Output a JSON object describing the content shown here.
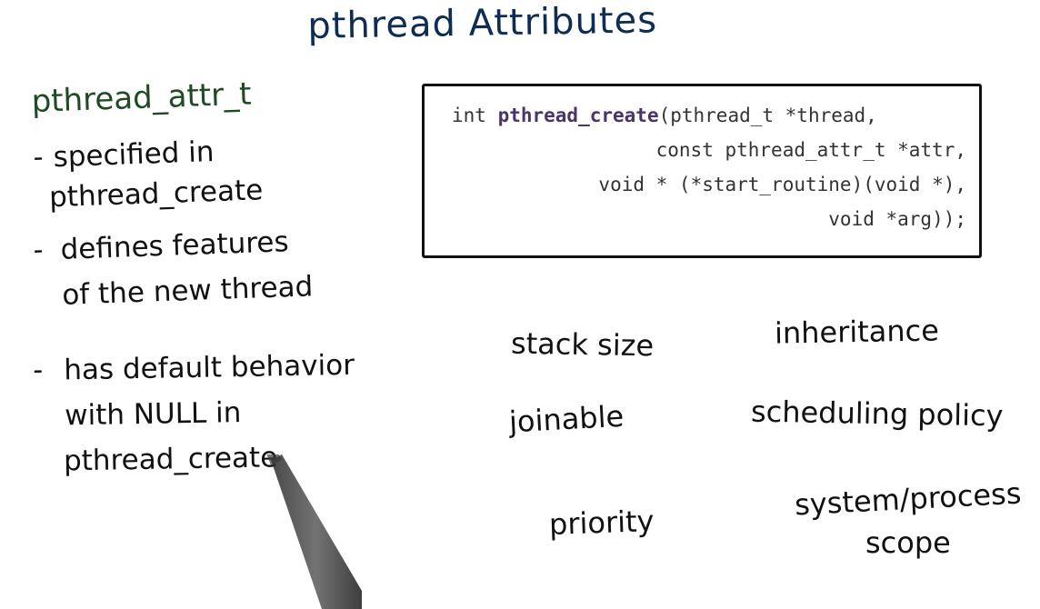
{
  "title": "pthread Attributes",
  "attr_type": "pthread_attr_t",
  "bullets": [
    {
      "dash": "-",
      "lines": [
        "specified in",
        "pthread_create"
      ]
    },
    {
      "dash": "-",
      "lines": [
        "defines features",
        "of the new thread"
      ]
    },
    {
      "dash": "-",
      "lines": [
        "has default behavior",
        "with NULL in",
        "pthread_create"
      ]
    }
  ],
  "code": {
    "line1_prefix": "int ",
    "function_name": "pthread_create",
    "line1_suffix": "(pthread_t *thread,",
    "line2": "const pthread_attr_t *attr,",
    "line3": "void * (*start_routine)(void *),",
    "line4": "void *arg));"
  },
  "features": {
    "stack_size": "stack size",
    "inheritance": "inheritance",
    "joinable": "joinable",
    "scheduling_policy": "scheduling policy",
    "priority": "priority",
    "system_process_line1": "system/process",
    "system_process_line2": "scope"
  },
  "colors": {
    "title": "#0e2c54",
    "attr_heading": "#1f4a23",
    "function_name": "#4a3468"
  }
}
